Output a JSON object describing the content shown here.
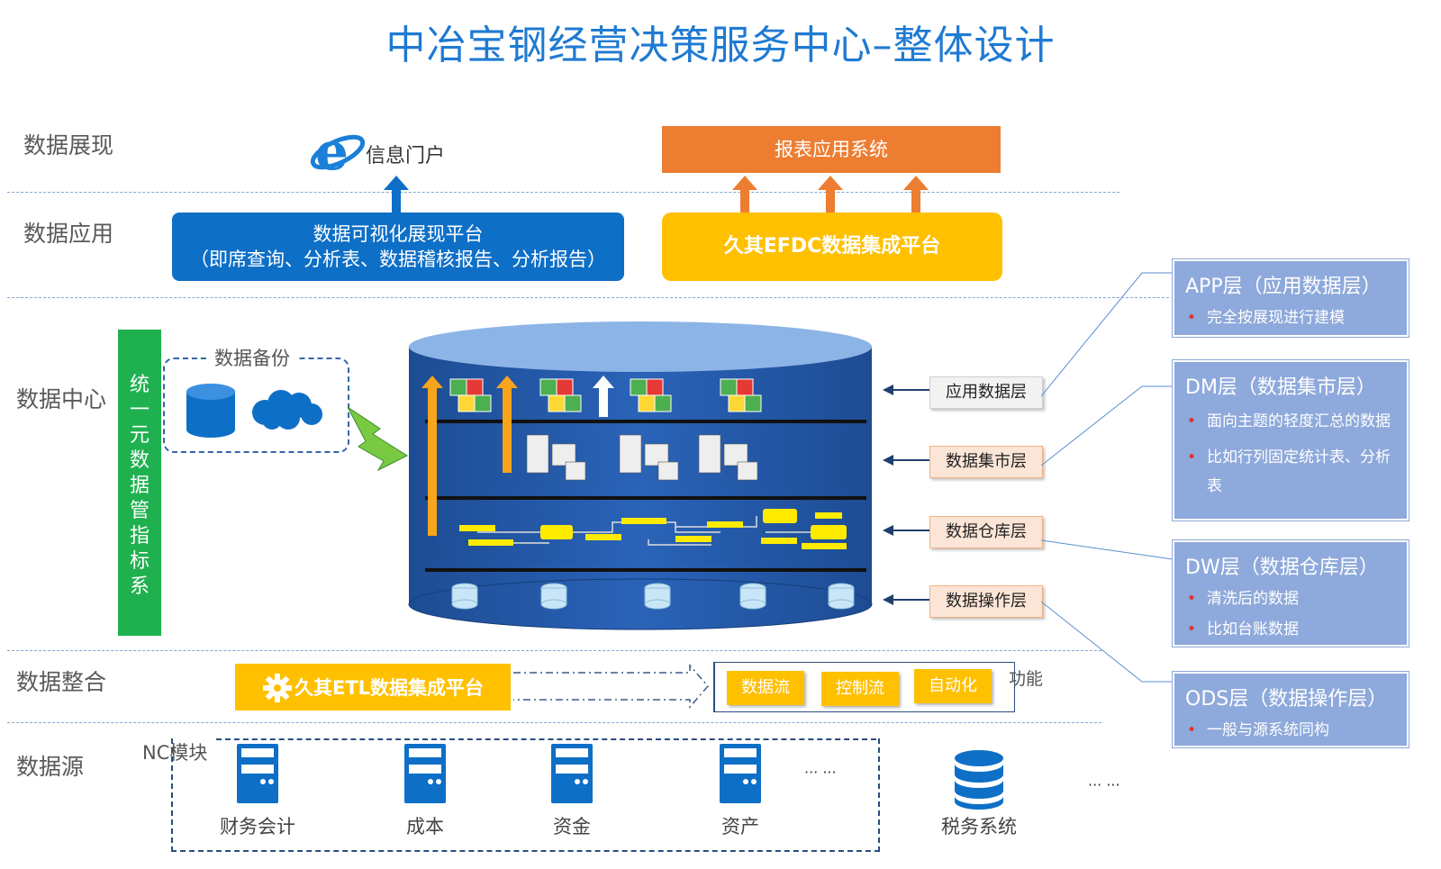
{
  "title": "中冶宝钢经营决策服务中心–整体设计",
  "layers": {
    "presentation": "数据展现",
    "application": "数据应用",
    "center": "数据中心",
    "integration": "数据整合",
    "source": "数据源"
  },
  "presentation": {
    "portal": "信息门户",
    "report_system": "报表应用系统"
  },
  "application": {
    "visual_platform_line1": "数据可视化展现平台",
    "visual_platform_line2": "（即席查询、分析表、数据稽核报告、分析报告）",
    "efdc_platform": "久其EFDC数据集成平台"
  },
  "center": {
    "unified_indicator": [
      "统",
      "一",
      "元",
      "数",
      "据",
      "管",
      "指",
      "标",
      "系"
    ],
    "backup": "数据备份",
    "tags": [
      "应用数据层",
      "数据集市层",
      "数据仓库层",
      "数据操作层"
    ]
  },
  "integration": {
    "etl_platform": "久其ETL数据集成平台",
    "functions": [
      "数据流",
      "控制流",
      "自动化"
    ],
    "functions_label": "功能"
  },
  "source": {
    "group_label": "NC模块",
    "systems": [
      "财务会计",
      "成本",
      "资金",
      "资产"
    ],
    "more_inner": "··· ···",
    "tax_system": "税务系统",
    "more_outer": "··· ···"
  },
  "legend": [
    {
      "title": "APP层（应用数据层）",
      "items": [
        "完全按展现进行建模"
      ]
    },
    {
      "title": "DM层（数据集市层）",
      "items": [
        "面向主题的轻度汇总的数据",
        "比如行列固定统计表、分析表"
      ]
    },
    {
      "title": "DW层（数据仓库层）",
      "items": [
        "清洗后的数据",
        "比如台账数据"
      ]
    },
    {
      "title": "ODS层（数据操作层）",
      "items": [
        "一般与源系统同构"
      ]
    }
  ],
  "colors": {
    "title": "#1f7ad3",
    "primary_blue": "#0e6fc7",
    "orange": "#ed7d31",
    "yellow": "#ffc000",
    "green": "#1fb14f",
    "legend_box": "#8ea9db"
  }
}
